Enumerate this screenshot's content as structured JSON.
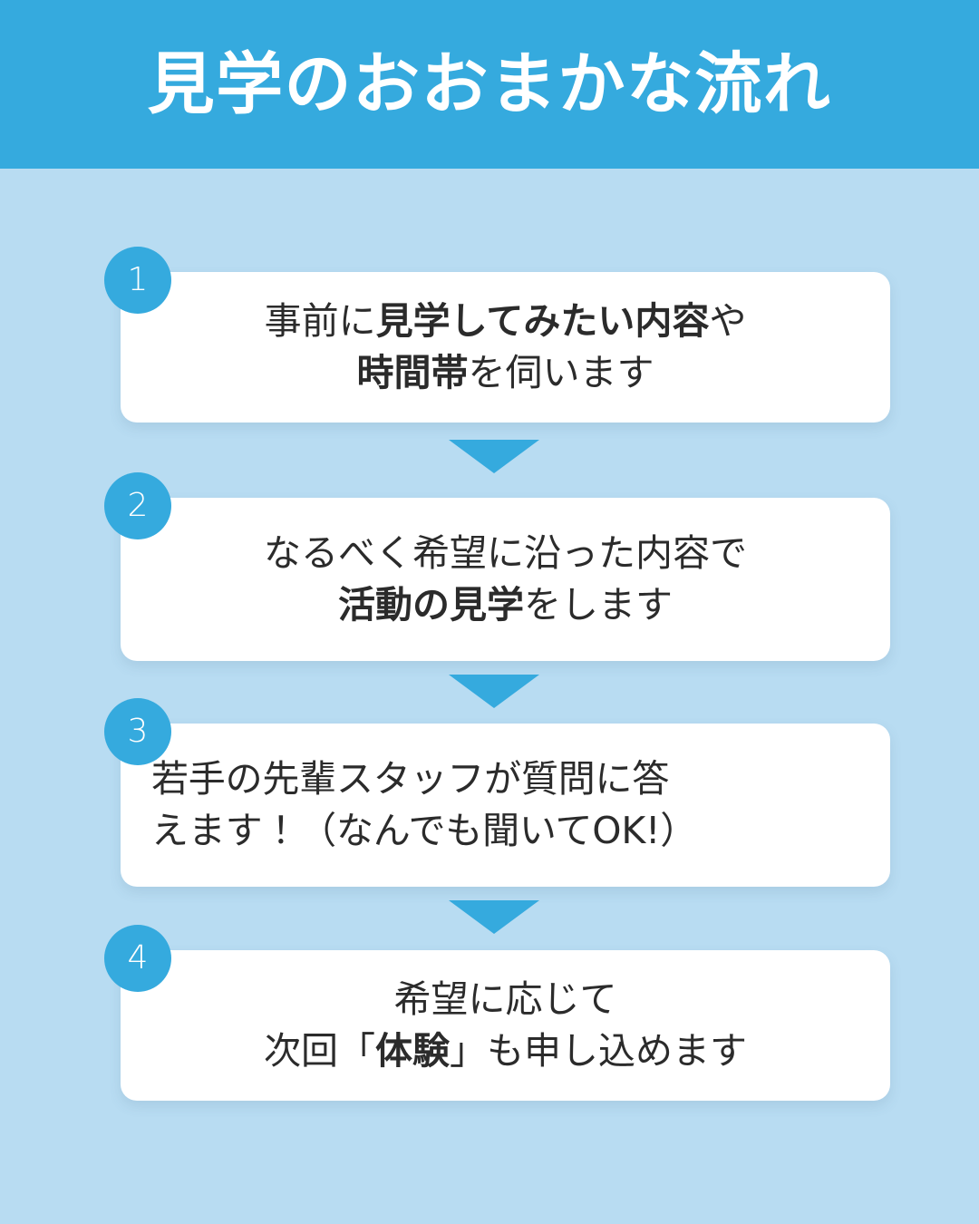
{
  "page": {
    "background_color": "#b8dcf2",
    "accent_color": "#35aade",
    "card_color": "#ffffff",
    "text_color": "#2b2b2b"
  },
  "header": {
    "title": "見学のおおまかな流れ"
  },
  "steps": [
    {
      "number": "1",
      "align": "center",
      "lines": [
        [
          {
            "text": "事前に",
            "bold": false
          },
          {
            "text": "見学してみたい内容",
            "bold": true
          },
          {
            "text": "や",
            "bold": false
          }
        ],
        [
          {
            "text": "時間帯",
            "bold": true
          },
          {
            "text": "を伺います",
            "bold": false
          }
        ]
      ],
      "plain_text": "事前に見学してみたい内容や時間帯を伺います"
    },
    {
      "number": "2",
      "align": "center",
      "lines": [
        [
          {
            "text": "なるべく希望に沿った内容で",
            "bold": false
          }
        ],
        [
          {
            "text": "活動の見学",
            "bold": true
          },
          {
            "text": "をします",
            "bold": false
          }
        ]
      ],
      "plain_text": "なるべく希望に沿った内容で活動の見学をします"
    },
    {
      "number": "3",
      "align": "left",
      "lines": [
        [
          {
            "text": "若手の先輩スタッフが質問に答",
            "bold": false
          }
        ],
        [
          {
            "text": "えます！（なんでも聞いてOK!）",
            "bold": false
          }
        ]
      ],
      "plain_text": "若手の先輩スタッフが質問に答えます！（なんでも聞いてOK!）"
    },
    {
      "number": "4",
      "align": "center",
      "lines": [
        [
          {
            "text": "希望に応じて",
            "bold": false
          }
        ],
        [
          {
            "text": "次回「",
            "bold": false
          },
          {
            "text": "体験",
            "bold": true
          },
          {
            "text": "」も申し込めます",
            "bold": false
          }
        ]
      ],
      "plain_text": "次回「体験」も申し込めます"
    }
  ],
  "arrows": [
    {
      "name": "arrow-step-1-to-2",
      "direction": "down"
    },
    {
      "name": "arrow-step-2-to-3",
      "direction": "down"
    },
    {
      "name": "arrow-step-3-to-4",
      "direction": "down"
    }
  ]
}
